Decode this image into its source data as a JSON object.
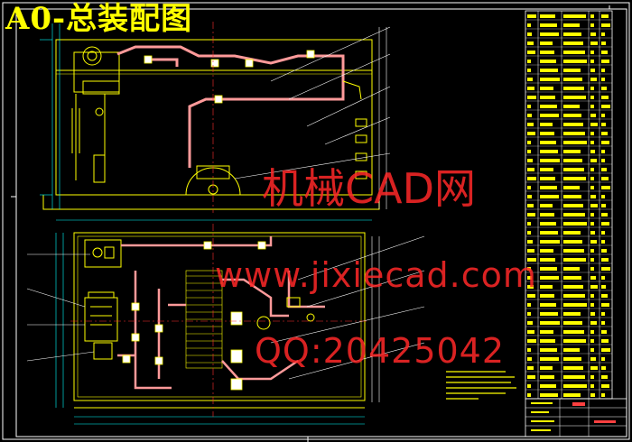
{
  "title": "A0-总装配图",
  "watermark": {
    "site_name": "机械CAD网",
    "url": "www.jixiecad.com",
    "qq": "QQ:20425042"
  },
  "colors": {
    "background": "#000000",
    "frame": "#ffffff",
    "outline": "#ffff00",
    "piping": "#ff7f7f",
    "centerline": "#ff3030",
    "watermark": "#ff2828",
    "dimension": "#00ffff"
  }
}
